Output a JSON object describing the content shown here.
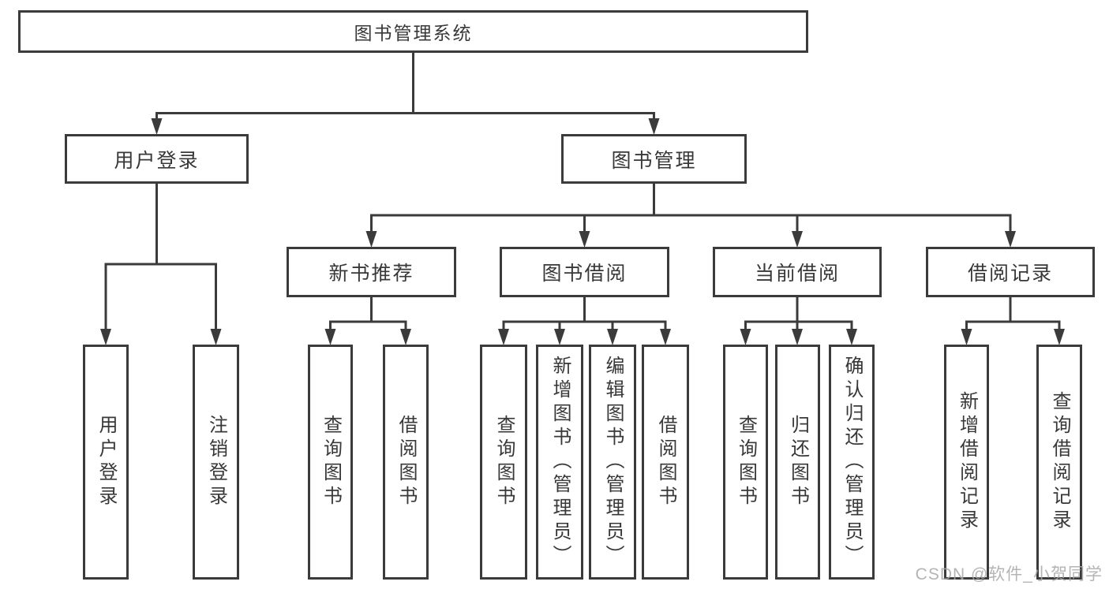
{
  "diagram": {
    "root": {
      "label": "图书管理系统"
    },
    "level2": [
      {
        "label": "用户登录"
      },
      {
        "label": "图书管理"
      }
    ],
    "level3": [
      {
        "label": "新书推荐"
      },
      {
        "label": "图书借阅"
      },
      {
        "label": "当前借阅"
      },
      {
        "label": "借阅记录"
      }
    ],
    "leaves": [
      {
        "label": "用户登录"
      },
      {
        "label": "注销登录"
      },
      {
        "label": "查询图书"
      },
      {
        "label": "借阅图书"
      },
      {
        "label": "查询图书"
      },
      {
        "label": "新增图书（管理员）"
      },
      {
        "label": "编辑图书（管理员）"
      },
      {
        "label": "借阅图书"
      },
      {
        "label": "查询图书"
      },
      {
        "label": "归还图书"
      },
      {
        "label": "确认归还（管理员）"
      },
      {
        "label": "新增借阅记录"
      },
      {
        "label": "查询借阅记录"
      }
    ]
  },
  "watermark": {
    "text": "CSDN @软件_小贺同学"
  },
  "colors": {
    "line": "#3b3b3b",
    "text": "#383838",
    "watermark": "#a8a8a8",
    "background": "#ffffff"
  }
}
